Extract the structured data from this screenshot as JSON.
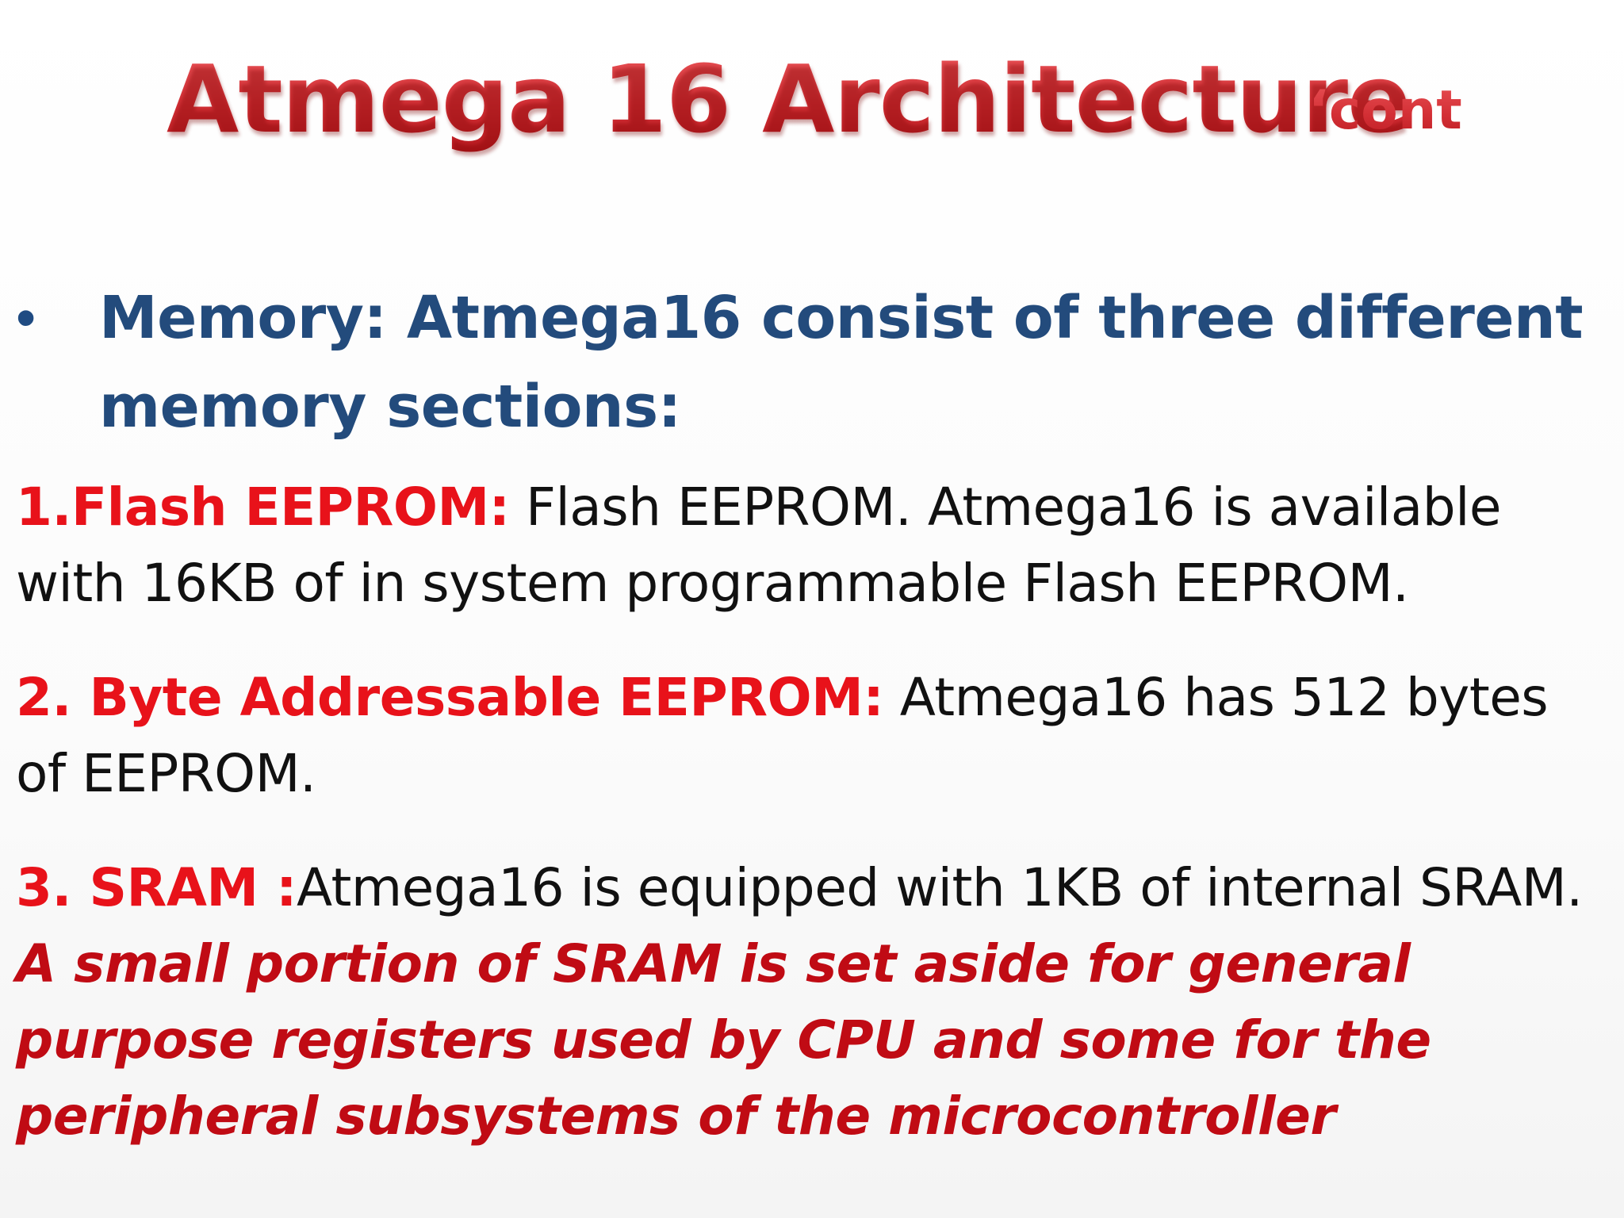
{
  "title": {
    "main": "Atmega 16 Architecture",
    "suffix": "‘cont"
  },
  "bullet": {
    "symbol": "•",
    "text": "Memory: Atmega16 consist of three different memory sections:"
  },
  "items": [
    {
      "label": "1.Flash EEPROM:",
      "text": " Flash EEPROM. Atmega16 is available with 16KB of in system programmable Flash EEPROM."
    },
    {
      "label": "2. Byte Addressable EEPROM:",
      "text": " Atmega16 has 512 bytes of EEPROM."
    },
    {
      "label": "3. SRAM :",
      "text": "Atmega16 is equipped with 1KB of internal SRAM.",
      "note": " A small portion of SRAM is set aside for general purpose registers used by CPU and some for the peripheral subsystems of the microcontroller"
    }
  ],
  "colors": {
    "title": "#d9373d",
    "bullet": "#234b7c",
    "label": "#e8121a",
    "note": "#c00b14",
    "body_text": "#111111"
  }
}
